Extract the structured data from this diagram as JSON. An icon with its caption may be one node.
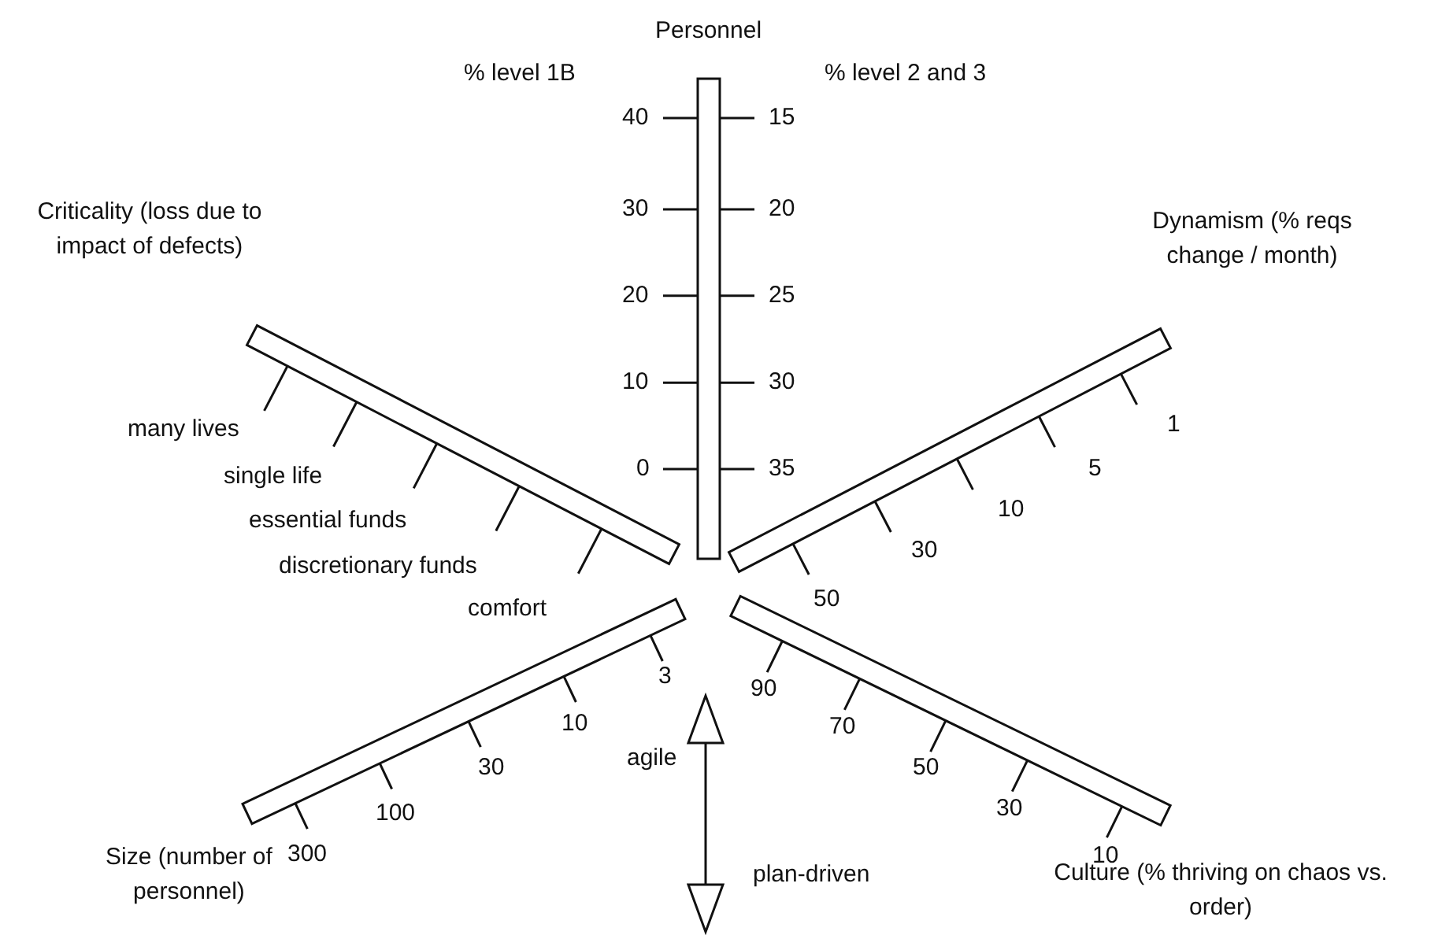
{
  "diagram": {
    "labels": [
      "Personnel",
      "% level 1B",
      "% level 2 and 3",
      "40",
      "15",
      "30",
      "20",
      "20",
      "25",
      "10",
      "30",
      "0",
      "35",
      "Criticality (loss due to impact of defects)",
      "Dynamism (% reqs change / month)",
      "many lives",
      "single life",
      "essential funds",
      "discretionary funds",
      "comfort",
      "1",
      "5",
      "10",
      "30",
      "50",
      "3",
      "10",
      "30",
      "100",
      "300",
      "90",
      "70",
      "50",
      "30",
      "10",
      "agile",
      "plan-driven",
      "Size (number of personnel)",
      "Culture (% thriving on chaos vs. order)"
    ]
  }
}
